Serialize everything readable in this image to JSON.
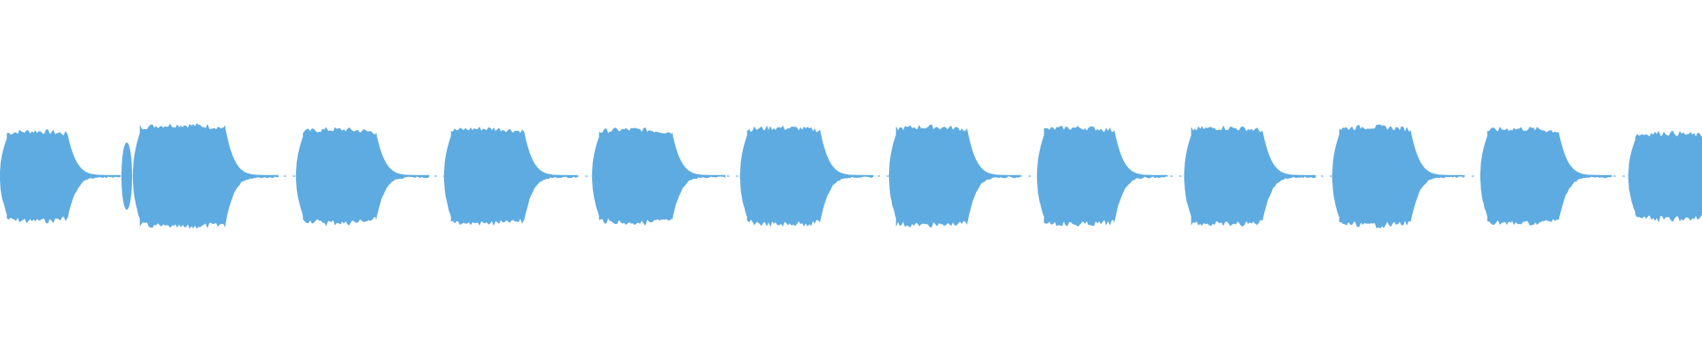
{
  "waveform": {
    "color": "#5dabe1",
    "segment_count": 12,
    "segments": [
      {
        "index": 0,
        "kind": "burst-with-tail"
      },
      {
        "index": 1,
        "kind": "burst-with-tail"
      },
      {
        "index": 2,
        "kind": "burst-with-tail"
      },
      {
        "index": 3,
        "kind": "burst-with-tail"
      },
      {
        "index": 4,
        "kind": "burst-with-tail"
      },
      {
        "index": 5,
        "kind": "burst-with-tail"
      },
      {
        "index": 6,
        "kind": "burst-with-tail"
      },
      {
        "index": 7,
        "kind": "burst-with-tail"
      },
      {
        "index": 8,
        "kind": "burst-with-tail"
      },
      {
        "index": 9,
        "kind": "burst-with-tail"
      },
      {
        "index": 10,
        "kind": "burst-with-tail"
      },
      {
        "index": 11,
        "kind": "burst-clipped"
      }
    ]
  }
}
